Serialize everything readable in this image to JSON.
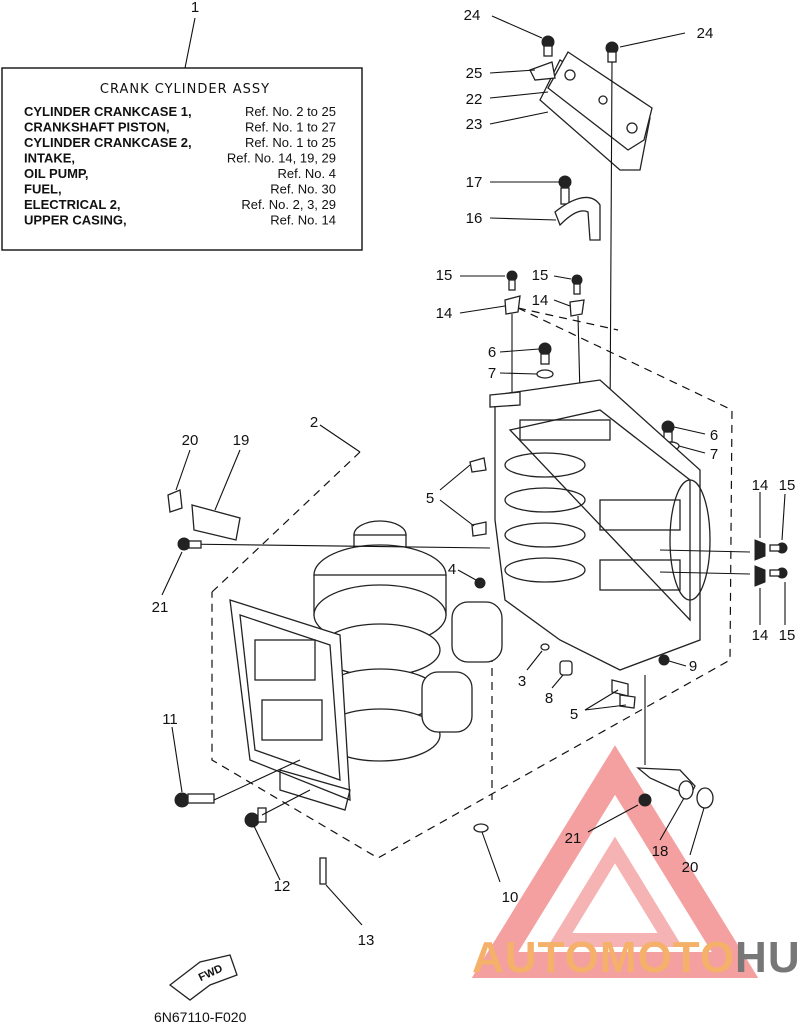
{
  "info_box": {
    "title": "CRANK CYLINDER ASSY",
    "rows": [
      {
        "name": "CYLINDER CRANKCASE 1,",
        "ref": "Ref. No. 2 to 25"
      },
      {
        "name": "CRANKSHAFT PISTON,",
        "ref": "Ref. No. 1 to 27"
      },
      {
        "name": "CYLINDER CRANKCASE 2,",
        "ref": "Ref. No. 1 to 25"
      },
      {
        "name": "INTAKE,",
        "ref": "Ref. No. 14, 19, 29"
      },
      {
        "name": "OIL PUMP,",
        "ref": "Ref. No. 4"
      },
      {
        "name": "FUEL,",
        "ref": "Ref. No. 30"
      },
      {
        "name": "ELECTRICAL 2,",
        "ref": "Ref. No. 2, 3, 29"
      },
      {
        "name": "UPPER CASING,",
        "ref": "Ref. No. 14"
      }
    ]
  },
  "callouts": [
    "1",
    "24",
    "24",
    "25",
    "22",
    "23",
    "17",
    "16",
    "15",
    "15",
    "14",
    "14",
    "6",
    "7",
    "6",
    "7",
    "2",
    "20",
    "19",
    "5",
    "4",
    "14",
    "15",
    "14",
    "15",
    "21",
    "9",
    "3",
    "8",
    "5",
    "11",
    "21",
    "18",
    "20",
    "12",
    "10",
    "13"
  ],
  "fwd_label": "FWD",
  "diagram_code": "6N67110-F020",
  "watermark": {
    "part1": "AUTO",
    "part2": "MOTO",
    "part3": "HUB",
    "color_primary": "#f08080",
    "color_secondary": "#f5b06a",
    "color_tertiary": "#777777"
  }
}
